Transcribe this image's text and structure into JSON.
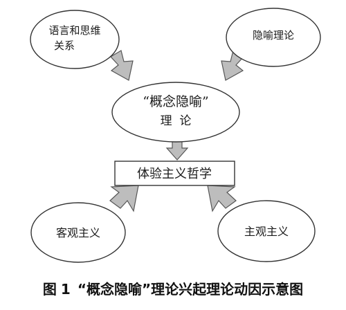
{
  "nodes": {
    "language_thought": {
      "line1": "语言和思维",
      "line2": "关系"
    },
    "metaphor_theory": {
      "label": "隐喻理论"
    },
    "conceptual_metaphor": {
      "line1": "“概念隐喻”",
      "line2": "理  论"
    },
    "experiential_philosophy": {
      "label": "体验主义哲学"
    },
    "objectivism": {
      "label": "客观主义"
    },
    "subjectivism": {
      "label": "主观主义"
    }
  },
  "caption": {
    "figure_label": "图",
    "figure_number": "1",
    "text": "“概念隐喻”理论兴起理论动因示意图"
  },
  "colors": {
    "arrow_fill": "#bdbdbd",
    "arrow_stroke": "#555555",
    "outline": "#333333"
  }
}
